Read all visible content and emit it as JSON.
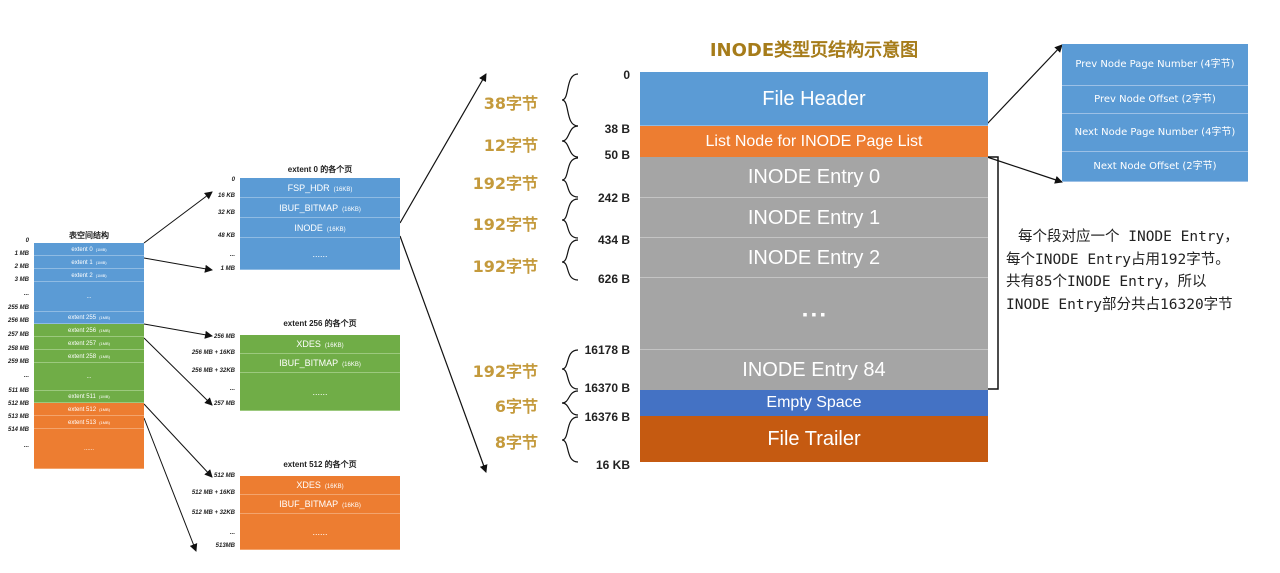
{
  "title": "INODE类型页结构示意图",
  "tablespace": {
    "title": "表空间结构",
    "extents": [
      "extent 0",
      "extent 1",
      "extent 2",
      "...",
      "extent 255",
      "extent 256",
      "extent 257",
      "extent 258",
      "...",
      "extent 511",
      "extent 512",
      "extent 513",
      "......"
    ],
    "size_tag": "(1MB)",
    "offsets": [
      "0",
      "1 MB",
      "2 MB",
      "3 MB",
      "...",
      "255 MB",
      "256 MB",
      "257 MB",
      "258 MB",
      "259 MB",
      "...",
      "511 MB",
      "512 MB",
      "513 MB",
      "514 MB",
      "..."
    ]
  },
  "extent0": {
    "title": "extent 0 的各个页",
    "pages": [
      {
        "name": "FSP_HDR",
        "size": "(16KB)"
      },
      {
        "name": "IBUF_BITMAP",
        "size": "(16KB)"
      },
      {
        "name": "INODE",
        "size": "(16KB)"
      },
      {
        "name": "......",
        "size": ""
      }
    ],
    "offsets": [
      "0",
      "16 KB",
      "32 KB",
      "48 KB",
      "...",
      "1 MB"
    ]
  },
  "extent256": {
    "title": "extent 256 的各个页",
    "pages": [
      {
        "name": "XDES",
        "size": "(16KB)"
      },
      {
        "name": "IBUF_BITMAP",
        "size": "(16KB)"
      },
      {
        "name": "......",
        "size": ""
      }
    ],
    "offsets": [
      "256 MB",
      "256 MB + 16KB",
      "256 MB + 32KB",
      "...",
      "257 MB"
    ]
  },
  "extent512": {
    "title": "extent 512 的各个页",
    "pages": [
      {
        "name": "XDES",
        "size": "(16KB)"
      },
      {
        "name": "IBUF_BITMAP",
        "size": "(16KB)"
      },
      {
        "name": "......",
        "size": ""
      }
    ],
    "offsets": [
      "512 MB",
      "512 MB + 16KB",
      "512 MB + 32KB",
      "...",
      "513MB"
    ]
  },
  "inode": {
    "sections": {
      "file_header": "File Header",
      "list_node": "List Node for INODE Page List",
      "entry0": "INODE Entry 0",
      "entry1": "INODE Entry 1",
      "entry2": "INODE Entry 2",
      "ellipsis": "▪  ▪  ▪",
      "entry84": "INODE Entry 84",
      "empty_space": "Empty Space",
      "file_trailer": "File Trailer"
    },
    "offsets": [
      "0",
      "38 B",
      "50 B",
      "242 B",
      "434 B",
      "626 B",
      "16178 B",
      "16370 B",
      "16376 B",
      "16 KB"
    ],
    "sizes": [
      "38字节",
      "12字节",
      "192字节",
      "192字节",
      "192字节",
      "192字节",
      "6字节",
      "8字节"
    ]
  },
  "list_node_fields": [
    "Prev Node Page Number (4字节)",
    "Prev Node Offset (2字节)",
    "Next Node Page Number (4字节)",
    "Next Node Offset (2字节)"
  ],
  "note": [
    "每个段对应一个 INODE Entry，",
    "每个INODE Entry占用192字节。",
    "共有85个INODE Entry，所以",
    "INODE Entry部分共占16320字节"
  ],
  "colors": {
    "title": "#a67c1a",
    "size_label": "#c49a3c",
    "blue": "#5b9bd5",
    "orange": "#ed7d31",
    "gray": "#a5a5a5",
    "green": "#70ad47",
    "dark_blue": "#4472c4",
    "dark_orange": "#c55a11"
  }
}
